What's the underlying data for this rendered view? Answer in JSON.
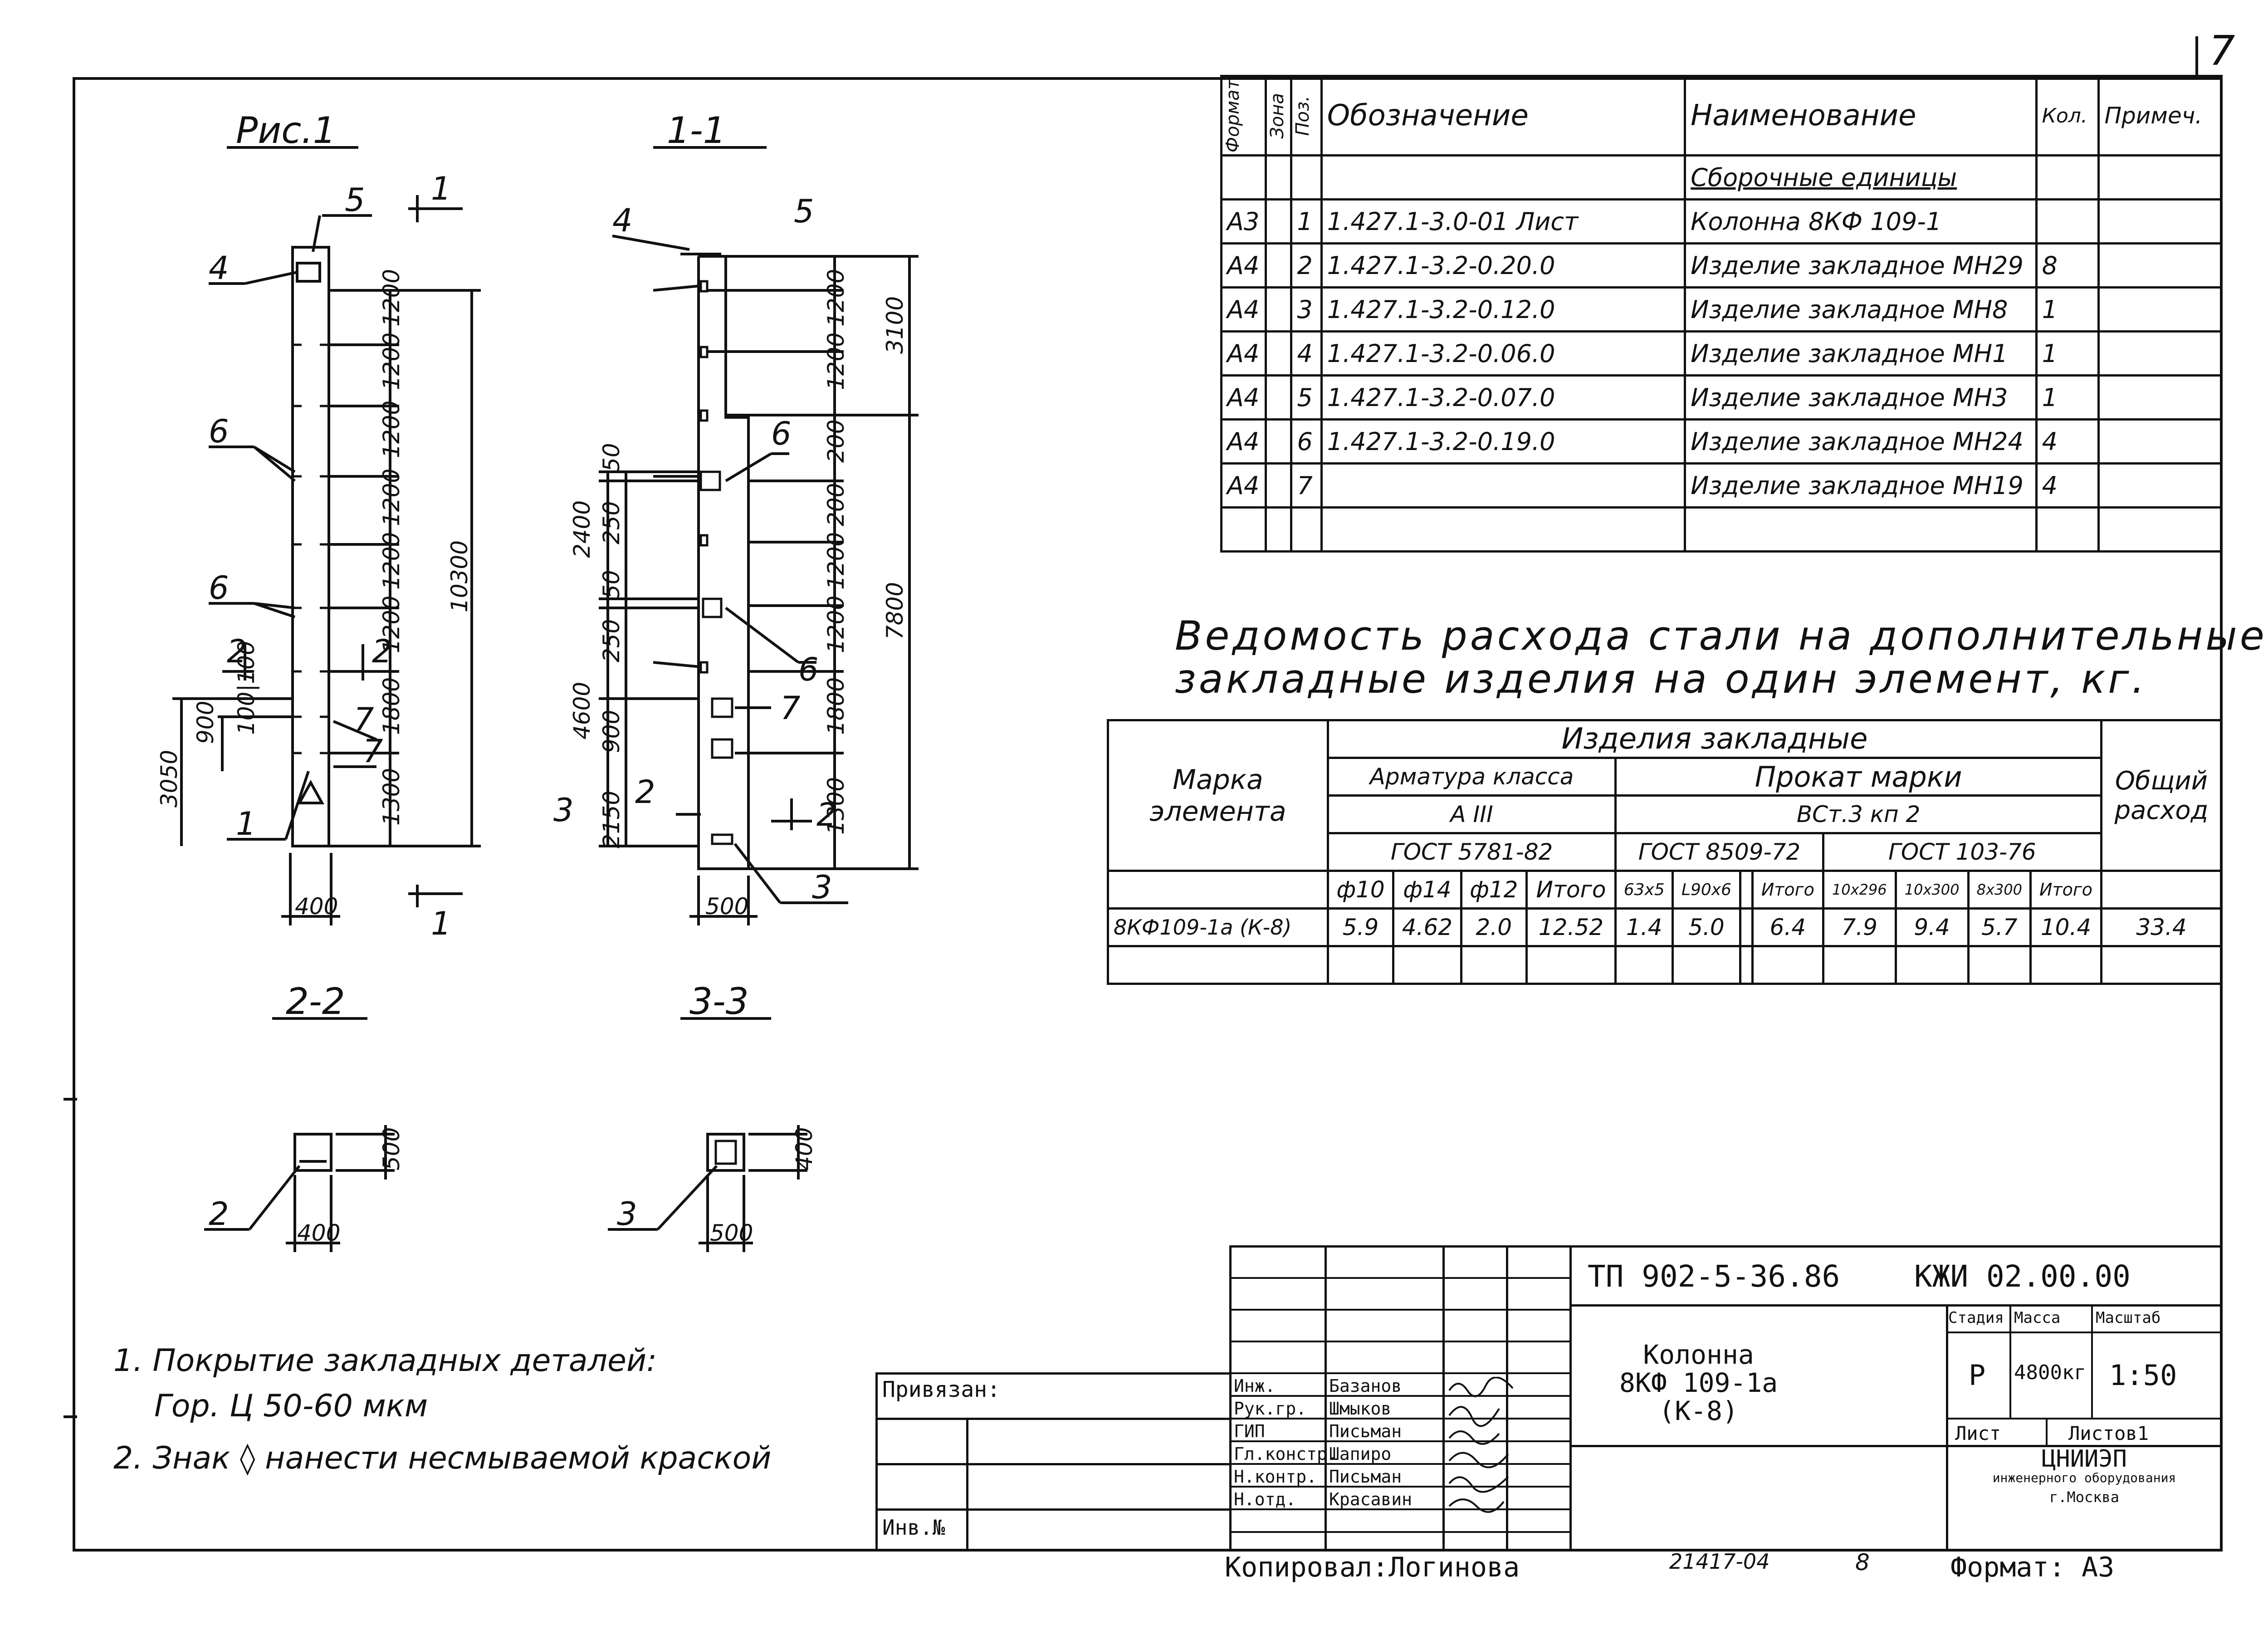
{
  "page_number": "7",
  "figure": {
    "fig1_title": "Рис.1",
    "sec11_title": "1-1",
    "sec22_title": "2-2",
    "sec33_title": "3-3",
    "callouts": {
      "c1": "1",
      "c2": "2",
      "c3": "3",
      "c4": "4",
      "c5": "5",
      "c6": "6",
      "c7": "7"
    },
    "section_marks": {
      "s1": "1",
      "s2": "2"
    },
    "dims_fig1": [
      "1200",
      "1200",
      "1200",
      "1200",
      "1200",
      "1200",
      "1800",
      "1300",
      "10300",
      "3050",
      "900",
      "100|100",
      "400"
    ],
    "dims_sec11": [
      "1200",
      "1200",
      "200",
      "200",
      "1200",
      "1200",
      "1800",
      "1300",
      "3100",
      "7800",
      "2400",
      "4600",
      "50",
      "250",
      "50",
      "250",
      "900",
      "2150",
      "500"
    ],
    "dims_22": [
      "500",
      "400"
    ],
    "dims_33": [
      "400",
      "500"
    ]
  },
  "spec_table": {
    "headers": [
      "Формат",
      "Зона",
      "Поз.",
      "Обозначение",
      "Наименование",
      "Кол.",
      "Примеч."
    ],
    "rows": [
      [
        "",
        "",
        "",
        "",
        "Сборочные единицы",
        "",
        ""
      ],
      [
        "А3",
        "",
        "1",
        "1.427.1-3.0-01 Лист",
        "Колонна 8КФ 109-1",
        "",
        ""
      ],
      [
        "А4",
        "",
        "2",
        "1.427.1-3.2-0.20.0",
        "Изделие закладное МН29",
        "8",
        ""
      ],
      [
        "А4",
        "",
        "3",
        "1.427.1-3.2-0.12.0",
        "Изделие закладное МН8",
        "1",
        ""
      ],
      [
        "А4",
        "",
        "4",
        "1.427.1-3.2-0.06.0",
        "Изделие закладное МН1",
        "1",
        ""
      ],
      [
        "А4",
        "",
        "5",
        "1.427.1-3.2-0.07.0",
        "Изделие закладное МН3",
        "1",
        ""
      ],
      [
        "А4",
        "",
        "6",
        "1.427.1-3.2-0.19.0",
        "Изделие закладное МН24",
        "4",
        ""
      ],
      [
        "А4",
        "",
        "7",
        "",
        "Изделие закладное МН19",
        "4",
        ""
      ],
      [
        "",
        "",
        "",
        "",
        "",
        "",
        ""
      ]
    ]
  },
  "steel_title_l1": "Ведомость расхода стали на дополнительные",
  "steel_title_l2": "закладные изделия на один элемент, кг.",
  "steel_table": {
    "mark_header": "Марка элемента",
    "group_header": "Изделия закладные",
    "armatura": "Арматура класса",
    "armatura_class": "А III",
    "prokat": "Прокат марки",
    "prokat_mark": "ВСт.3 кп 2",
    "gost1": "ГОСТ 5781-82",
    "gost2": "ГОСТ 8509-72",
    "gost3": "ГОСТ 103-76",
    "total_header": "Общий расход",
    "sub": [
      "ф10",
      "ф14",
      "ф12",
      "Итого",
      "63х5",
      "L90х6",
      "",
      "Итого",
      "10х296",
      "10х300",
      "8х300",
      "Итого"
    ],
    "row": [
      "8КФ109-1а (К-8)",
      "5.9",
      "4.62",
      "2.0",
      "12.52",
      "1.4",
      "5.0",
      "",
      "6.4",
      "7.9",
      "9.4",
      "5.7",
      "10.4",
      "33.4"
    ]
  },
  "notes": {
    "n1": "1. Покрытие закладных деталей:",
    "n1b": "Гор. Ц 50-60 мкм",
    "n2": "2. Знак ◊ нанести несмываемой краской"
  },
  "title_block": {
    "privyazan": "Привязан:",
    "inv": "Инв.№",
    "project": "ТП 902-5-36.86",
    "code": "КЖИ 02.00.00",
    "name_l1": "Колонна",
    "name_l2": "8КФ 109-1а",
    "name_l3": "(К-8)",
    "stage_h": "Стадия",
    "mass_h": "Масса",
    "scale_h": "Масштаб",
    "stage": "Р",
    "mass": "4800кг",
    "scale": "1:50",
    "sheet_h": "Лист",
    "sheets_h": "Листов1",
    "org_l1": "ЦНИИЭП",
    "org_l2": "инженерного оборудования",
    "org_l3": "г.Москва",
    "roles": [
      {
        "role": "Инж.",
        "name": "Базанов"
      },
      {
        "role": "Рук.гр.",
        "name": "Шмыков"
      },
      {
        "role": "ГИП",
        "name": "Письман"
      },
      {
        "role": "Гл.констр.",
        "name": "Шапиро"
      },
      {
        "role": "Н.контр.",
        "name": "Письман"
      },
      {
        "role": "Н.отд.",
        "name": "Красавин"
      }
    ]
  },
  "footer": {
    "copied": "Копировал:Логинова",
    "number": "21417-04",
    "num2": "8",
    "format": "Формат: А3"
  }
}
